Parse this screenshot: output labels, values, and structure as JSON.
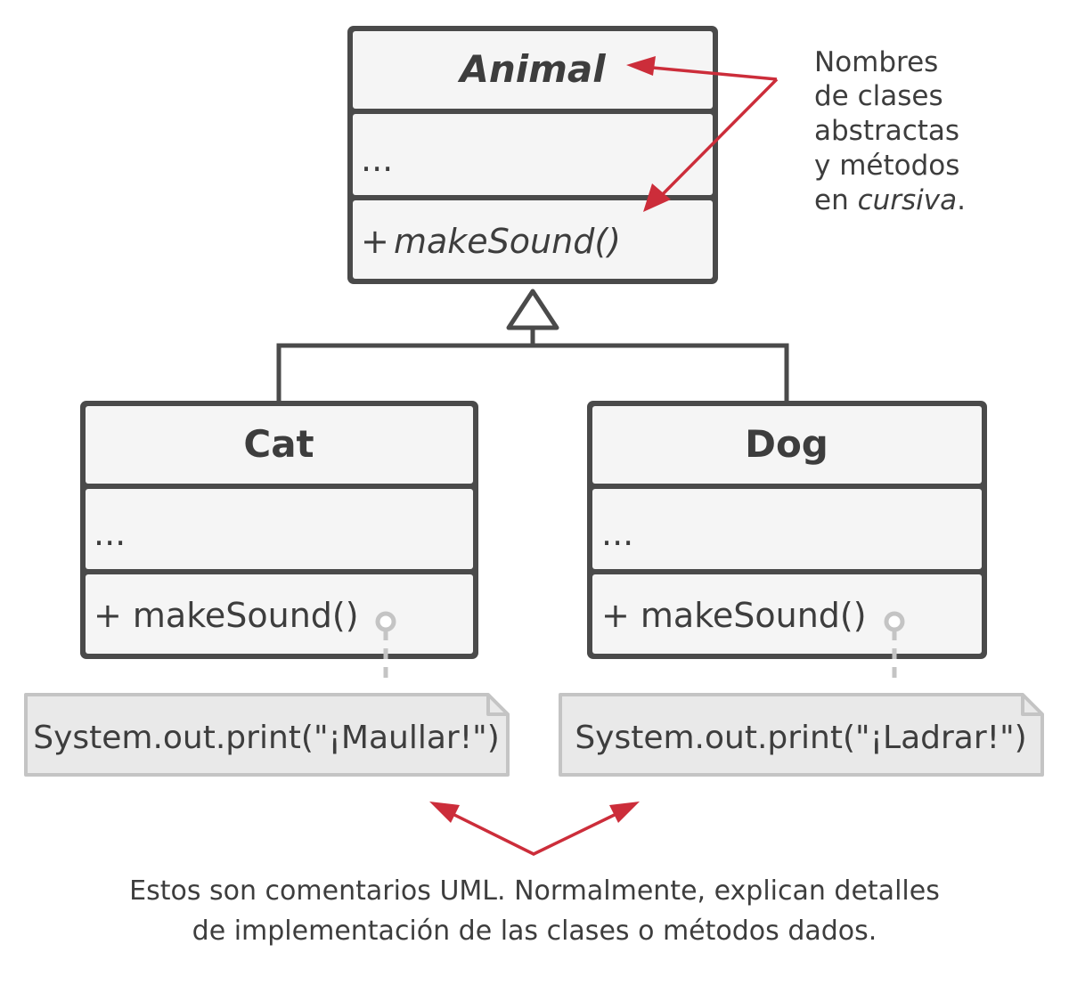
{
  "classes": {
    "animal": {
      "name": "Animal",
      "attributes": "...",
      "method_prefix": "+",
      "method": "makeSound()"
    },
    "cat": {
      "name": "Cat",
      "attributes": "...",
      "method": "+ makeSound()"
    },
    "dog": {
      "name": "Dog",
      "attributes": "...",
      "method": "+ makeSound()"
    }
  },
  "notes": {
    "cat": "System.out.print(\"¡Maullar!\")",
    "dog": "System.out.print(\"¡Ladrar!\")"
  },
  "annotation": {
    "line1": "Nombres",
    "line2": "de clases",
    "line3": "abstractas",
    "line4": "y métodos",
    "line5_prefix": "en ",
    "line5_italic": "cursiva",
    "line5_suffix": "."
  },
  "caption": {
    "line1": "Estos son comentarios UML. Normalmente, explican detalles",
    "line2": "de implementación de las clases o métodos dados."
  },
  "colors": {
    "box_fill": "#f5f5f5",
    "box_stroke": "#4a4a4a",
    "note_fill": "#e9e9e9",
    "note_stroke": "#c4c4c4",
    "arrow": "#cc2d3a",
    "text": "#3d3d3d"
  }
}
